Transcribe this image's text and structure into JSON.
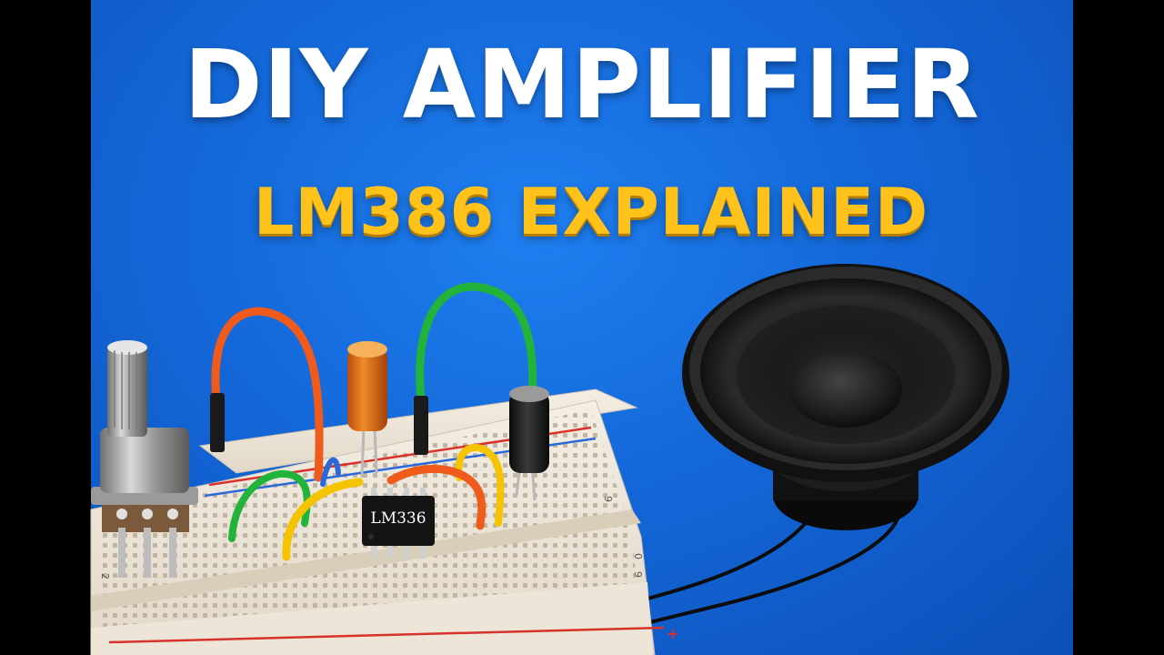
{
  "title": "DIY AMPLIFIER",
  "subtitle": "LM386 EXPLAINED",
  "chip_label": "LM336",
  "breadboard_marks": {
    "plus_sign": "+",
    "minus_sign": "—",
    "row_number_a": "0",
    "row_number_b": "9",
    "row_number_c": "2",
    "row_number_d": "9"
  },
  "colors": {
    "background_blue": "#1467d8",
    "title_white": "#ffffff",
    "subtitle_yellow": "#ffc21a",
    "wire_orange": "#f05a1a",
    "wire_green": "#22b33a",
    "wire_yellow": "#f5c400",
    "capacitor_orange": "#e8701a",
    "capacitor_black": "#1a1a1a",
    "breadboard": "#efe8dc",
    "rail_red": "#d8322a",
    "rail_blue": "#2a6ad8"
  }
}
